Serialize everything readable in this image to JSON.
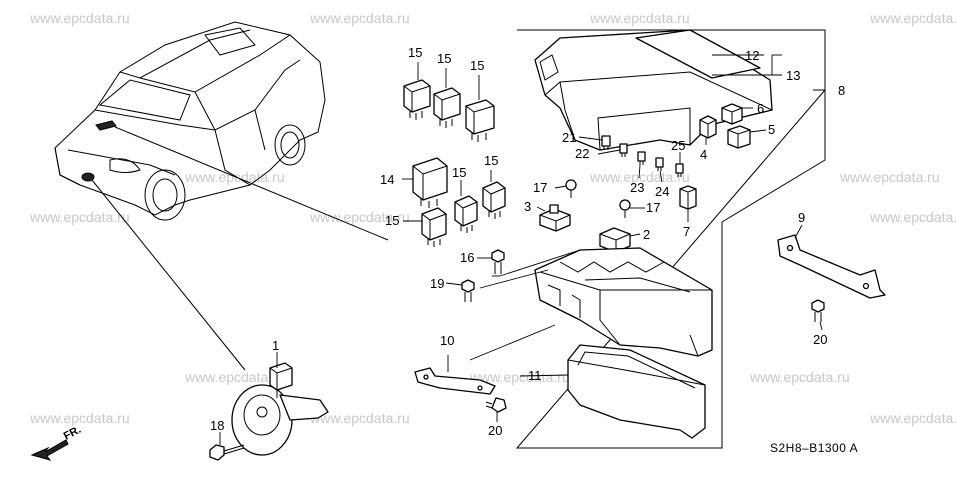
{
  "watermark": "www.epcdata.ru",
  "diagram_code": "S2H8–B1300 A",
  "front_label": "FR.",
  "callouts": {
    "c1": "1",
    "c2": "2",
    "c3": "3",
    "c4": "4",
    "c5": "5",
    "c6": "6",
    "c7": "7",
    "c8": "8",
    "c9": "9",
    "c10": "10",
    "c11": "11",
    "c12": "12",
    "c13": "13",
    "c14": "14",
    "c15": "15",
    "c16": "16",
    "c17": "17",
    "c18": "18",
    "c19": "19",
    "c20": "20",
    "c21": "21",
    "c22": "22",
    "c23": "23",
    "c24": "24",
    "c25": "25"
  }
}
